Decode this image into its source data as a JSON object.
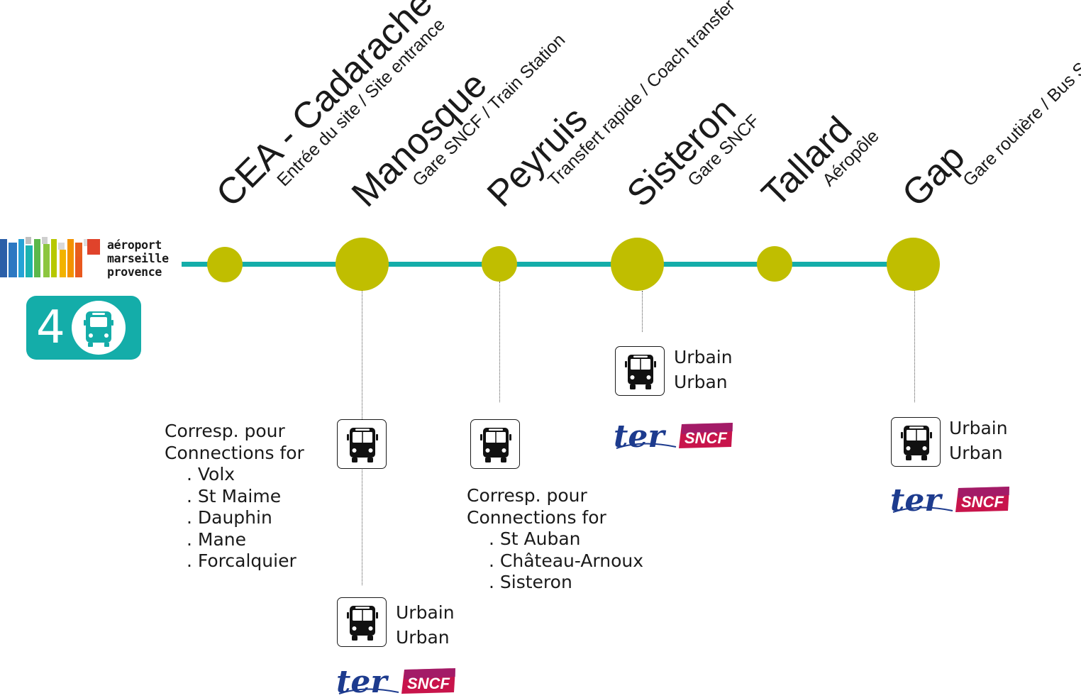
{
  "logo": {
    "lines": [
      "aéroport",
      "marseille",
      "provence"
    ]
  },
  "route": {
    "number": "4",
    "color": "#14ada9",
    "bus_icon": "bus-icon"
  },
  "line_color": "#14ada9",
  "stop_color": "#c0be00",
  "stops": [
    {
      "name": "CEA - Cadarache",
      "sub": "Entrée du site / Site entrance"
    },
    {
      "name": "Manosque",
      "sub": "Gare SNCF / Train Station"
    },
    {
      "name": "Peyruis",
      "sub": "Transfert rapide / Coach transfer"
    },
    {
      "name": "Sisteron",
      "sub": "Gare SNCF"
    },
    {
      "name": "Tallard",
      "sub": "Aéropôle"
    },
    {
      "name": "Gap",
      "sub": "Gare routière / Bus Station"
    }
  ],
  "services": {
    "urbain": "Urbain",
    "urban": "Urban",
    "ter": "ter",
    "sncf": "SNCF"
  },
  "connections": {
    "manosque": {
      "line1": "Corresp. pour",
      "line2": "Connections for",
      "destinations": [
        ". Volx",
        ". St Maime",
        ". Dauphin",
        ". Mane",
        ". Forcalquier"
      ]
    },
    "peyruis": {
      "line1": "Corresp. pour",
      "line2": "Connections for",
      "destinations": [
        ". St Auban",
        ". Château-Arnoux",
        ". Sisteron"
      ]
    }
  }
}
